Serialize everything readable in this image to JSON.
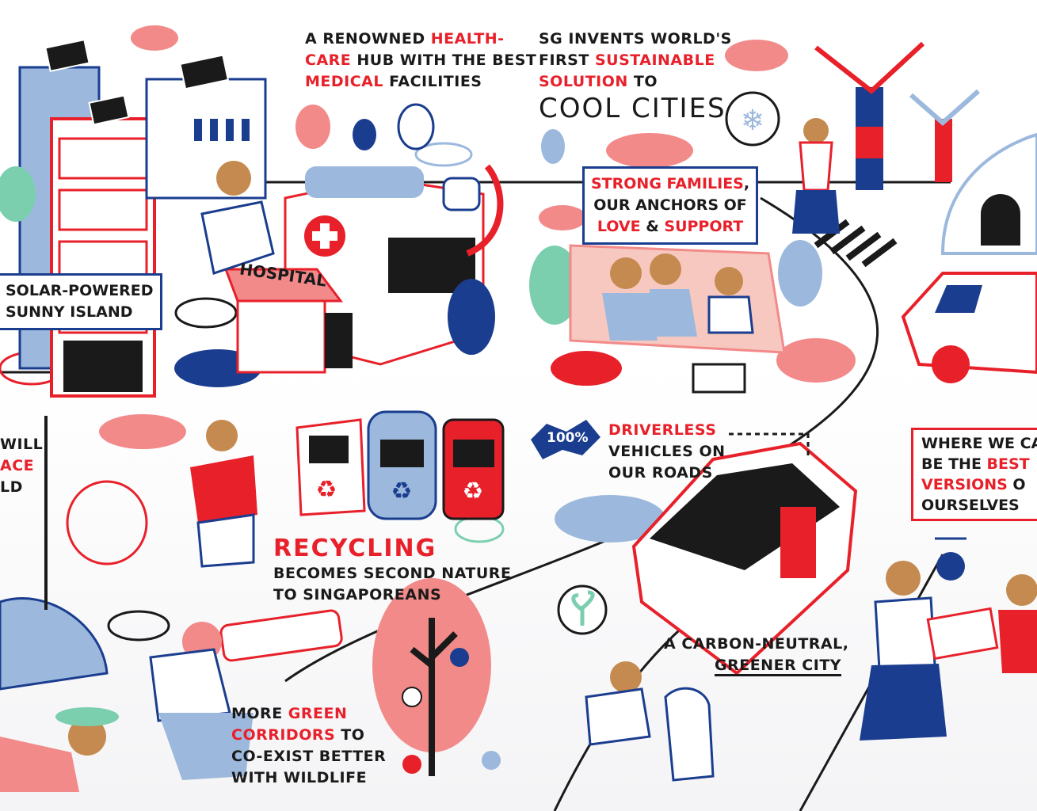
{
  "captions": {
    "healthcare": [
      "A RENOWNED ",
      "HEALTH-",
      "CARE",
      " HUB WITH THE BEST",
      "MEDICAL",
      " FACILITIES"
    ],
    "cool": [
      "SG INVENTS WORLD'S",
      "FIRST ",
      "SUSTAINABLE",
      "SOLUTION",
      " TO",
      "COOL CITIES"
    ],
    "families": [
      "STRONG FAMILIES",
      ",",
      "OUR ANCHORS OF",
      "LOVE",
      " & ",
      "SUPPORT"
    ],
    "solar": [
      "SOLAR-POWERED",
      "SUNNY ISLAND"
    ],
    "hospital_sign": "HOSPITAL",
    "left_partial": [
      "WILL",
      "ACE",
      "LD"
    ],
    "recycling_title": "RECYCLING",
    "recycling": [
      "BECOMES SECOND NATURE",
      "TO SINGAPOREANS"
    ],
    "badge_100": "100%",
    "driverless": [
      "DRIVERLESS",
      "VEHICLES ON",
      "OUR ROADS"
    ],
    "versions": [
      "WHERE WE CA",
      "BE THE ",
      "BEST",
      "VERSIONS",
      " O",
      "OURSELVES"
    ],
    "carbon": [
      "A CARBON-NEUTRAL,",
      "GREENER CITY"
    ],
    "corridors": [
      "MORE ",
      "GREEN",
      "CORRIDORS",
      " TO",
      "CO-EXIST BETTER",
      "WITH WILDLIFE"
    ]
  },
  "colors": {
    "red": "#e8202a",
    "navy": "#1a3d8f",
    "pink": "#f28a8a",
    "light_blue": "#9cb9dd",
    "mint": "#7ccfae",
    "ink": "#1a1a1a",
    "skin": "#c48a4f"
  }
}
